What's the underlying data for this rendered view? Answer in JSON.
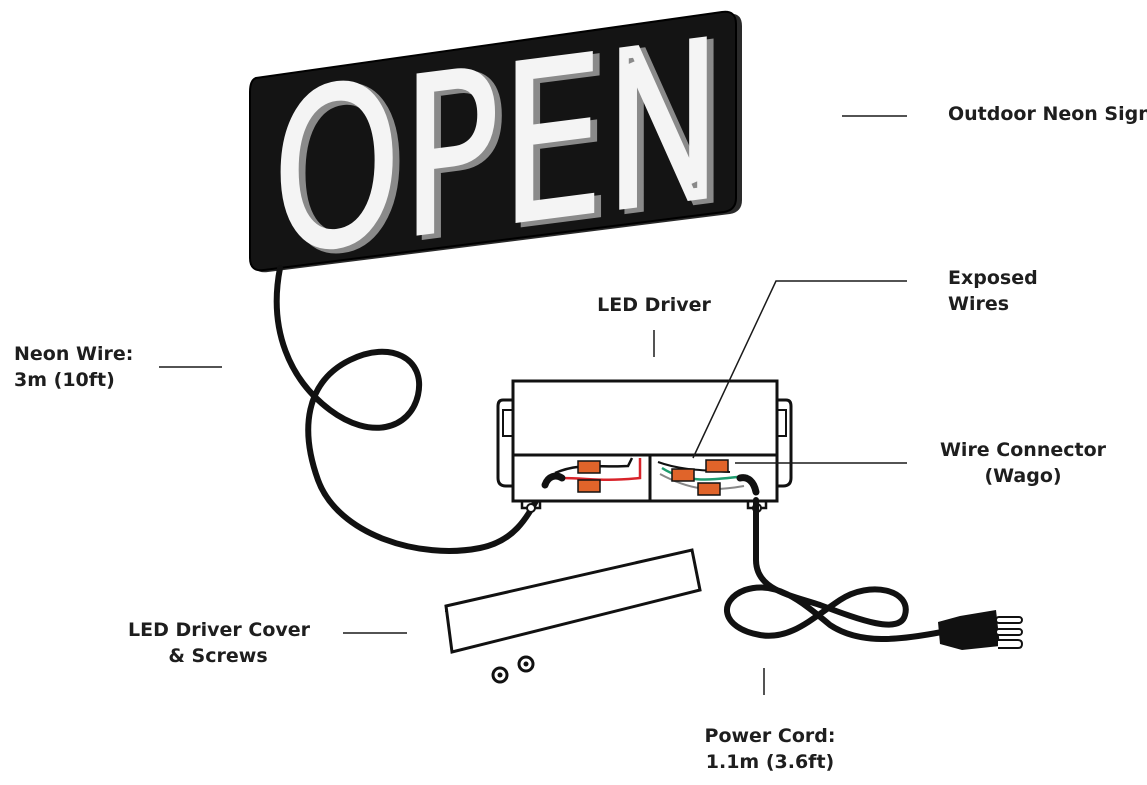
{
  "sign": {
    "text": "OPEN"
  },
  "labels": {
    "outdoor_neon_sign": "Outdoor Neon Sign",
    "led_driver": "LED Driver",
    "exposed_wires_line1": "Exposed",
    "exposed_wires_line2": "Wires",
    "neon_wire_line1": "Neon Wire:",
    "neon_wire_line2": "3m (10ft)",
    "wire_connector_line1": "Wire Connector",
    "wire_connector_line2": "(Wago)",
    "driver_cover_line1": "LED Driver Cover",
    "driver_cover_line2": "& Screws",
    "power_cord_line1": "Power Cord:",
    "power_cord_line2": "1.1m (3.6ft)"
  },
  "colors": {
    "sign_panel": "#141414",
    "neon_letters": "#f4f4f4",
    "outline": "#111111",
    "wago_orange": "#e0642a",
    "wire_red": "#d8232a",
    "wire_green": "#1e9c6e"
  }
}
